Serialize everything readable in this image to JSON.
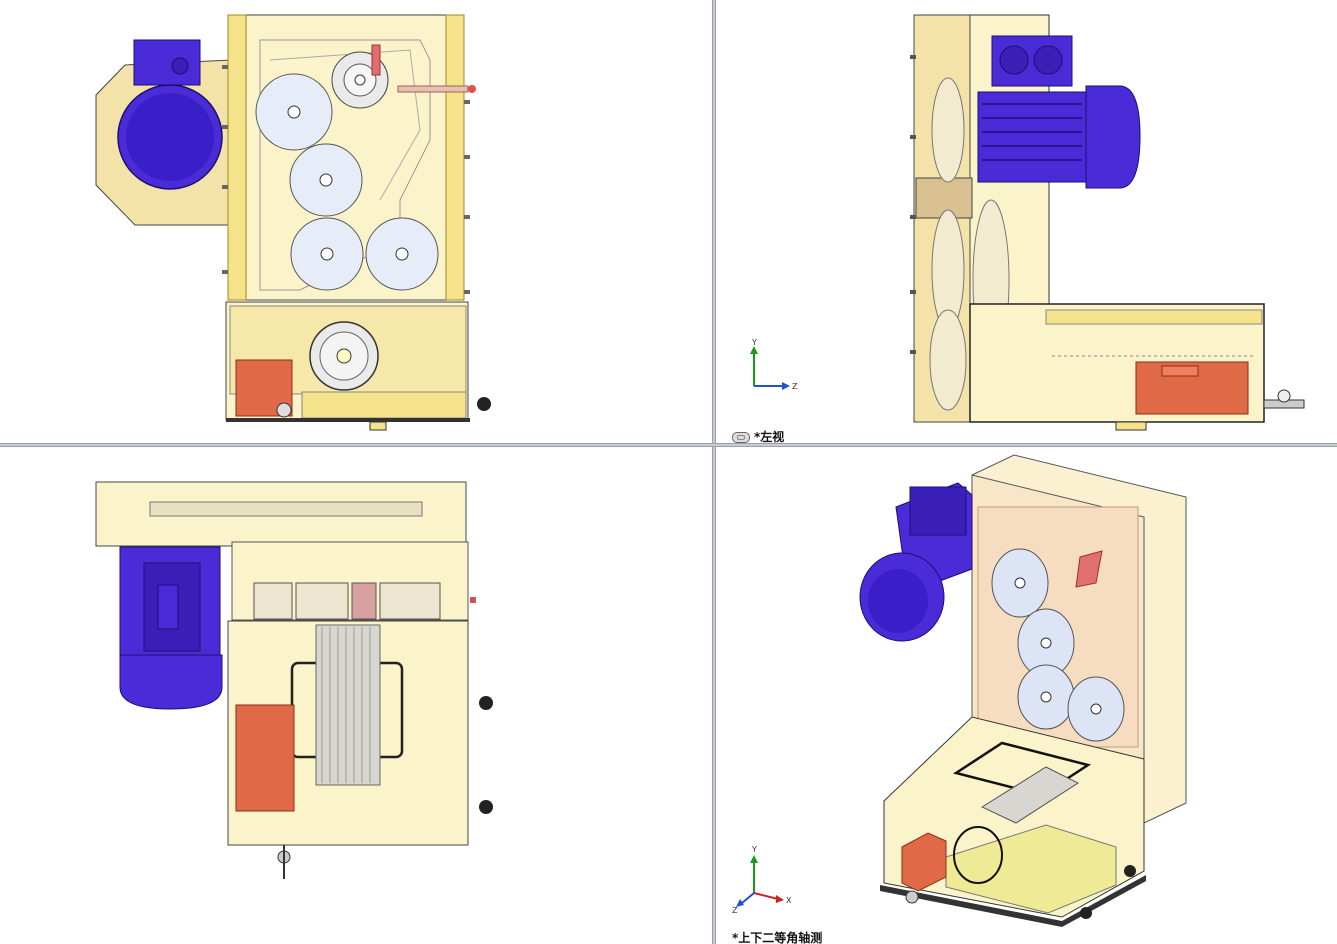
{
  "viewports": {
    "front": {
      "label": ""
    },
    "left": {
      "label": "*左视"
    },
    "top": {
      "label": ""
    },
    "isometric": {
      "label": "*上下二等角轴测"
    }
  },
  "triad": {
    "x": "X",
    "y": "Y",
    "z": "Z"
  },
  "colors": {
    "frame": "#f4e6a0",
    "frame_edge": "#c8a830",
    "transparent_body": "#fbf6d2",
    "motor": "#4a2bd8",
    "motor_dark": "#2a1590",
    "roller": "#e6ecf8",
    "pad": "#e06a48",
    "line": "#333333"
  }
}
